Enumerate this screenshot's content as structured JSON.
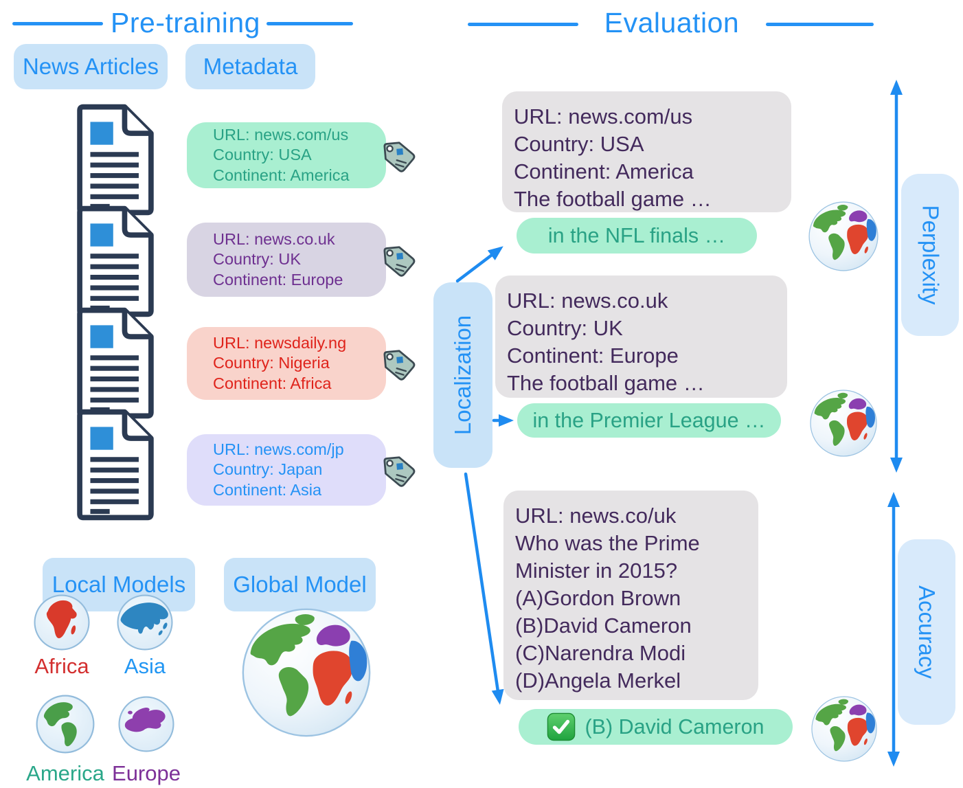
{
  "colors": {
    "accent_blue": "#2492f5",
    "arrow_blue": "#1e8bf0",
    "pill_blue_bg": "#c9e3f8",
    "pill_blue_bg_light": "#d8eafb",
    "mint_bg": "#a9efd1",
    "mint_text": "#29a285",
    "gray_box_bg": "#e5e3e5",
    "gray_box_text": "#432a5c",
    "document_outline": "#2b3a52",
    "document_accent": "#2e8fd8",
    "tag_fill": "#adc8c0",
    "tag_outline": "#3c4a52",
    "tag_diamond": "#2980c4",
    "world_globe": {
      "america": "#55a546",
      "europe": "#8b3fb0",
      "africa": "#e0452e",
      "asia": "#2f7fd6"
    }
  },
  "pretraining": {
    "title": "Pre-training",
    "news_articles_label": "News Articles",
    "metadata_label": "Metadata",
    "tags": [
      {
        "url": "URL: news.com/us",
        "country": "Country: USA",
        "continent": "Continent: America",
        "bg": "#a9efd1",
        "fg": "#29a285"
      },
      {
        "url": "URL: news.co.uk",
        "country": "Country: UK",
        "continent": "Continent: Europe",
        "bg": "#d8d4e3",
        "fg": "#6e3090"
      },
      {
        "url": "URL: newsdaily.ng",
        "country": "Country: Nigeria",
        "continent": "Continent: Africa",
        "bg": "#f9d3cb",
        "fg": "#df231b"
      },
      {
        "url": "URL: news.com/jp",
        "country": "Country: Japan",
        "continent": "Continent: Asia",
        "bg": "#dfddfa",
        "fg": "#2492f5"
      }
    ],
    "local_models_label": "Local Models",
    "global_model_label": "Global Model",
    "continent_globes": [
      {
        "label": "Africa",
        "continent_color": "#d93a2b",
        "label_color": "#d32f2f"
      },
      {
        "label": "Asia",
        "continent_color": "#2e86c1",
        "label_color": "#2196f3"
      },
      {
        "label": "America",
        "continent_color": "#4a9e49",
        "label_color": "#2aa789"
      },
      {
        "label": "Europe",
        "continent_color": "#8e3fad",
        "label_color": "#7d3098"
      }
    ]
  },
  "evaluation": {
    "title": "Evaluation",
    "localization_label": "Localization",
    "perplexity_label": "Perplexity",
    "accuracy_label": "Accuracy",
    "example1": {
      "line1": "URL: news.com/us",
      "line2": "Country: USA",
      "line3": "Continent: America",
      "line4": "The football game …",
      "completion": "in the NFL finals …"
    },
    "example2": {
      "line1": "URL: news.co.uk",
      "line2": "Country: UK",
      "line3": "Continent: Europe",
      "line4": "The football game …",
      "completion": "in the Premier League …"
    },
    "example3": {
      "line1": "URL: news.co/uk",
      "line2": "Who was the Prime",
      "line3": "Minister in 2015?",
      "line4": "(A)Gordon Brown",
      "line5": "(B)David Cameron",
      "line6": "(C)Narendra Modi",
      "line7": "(D)Angela Merkel",
      "completion": "(B) David Cameron",
      "check_icon": "✅"
    }
  }
}
